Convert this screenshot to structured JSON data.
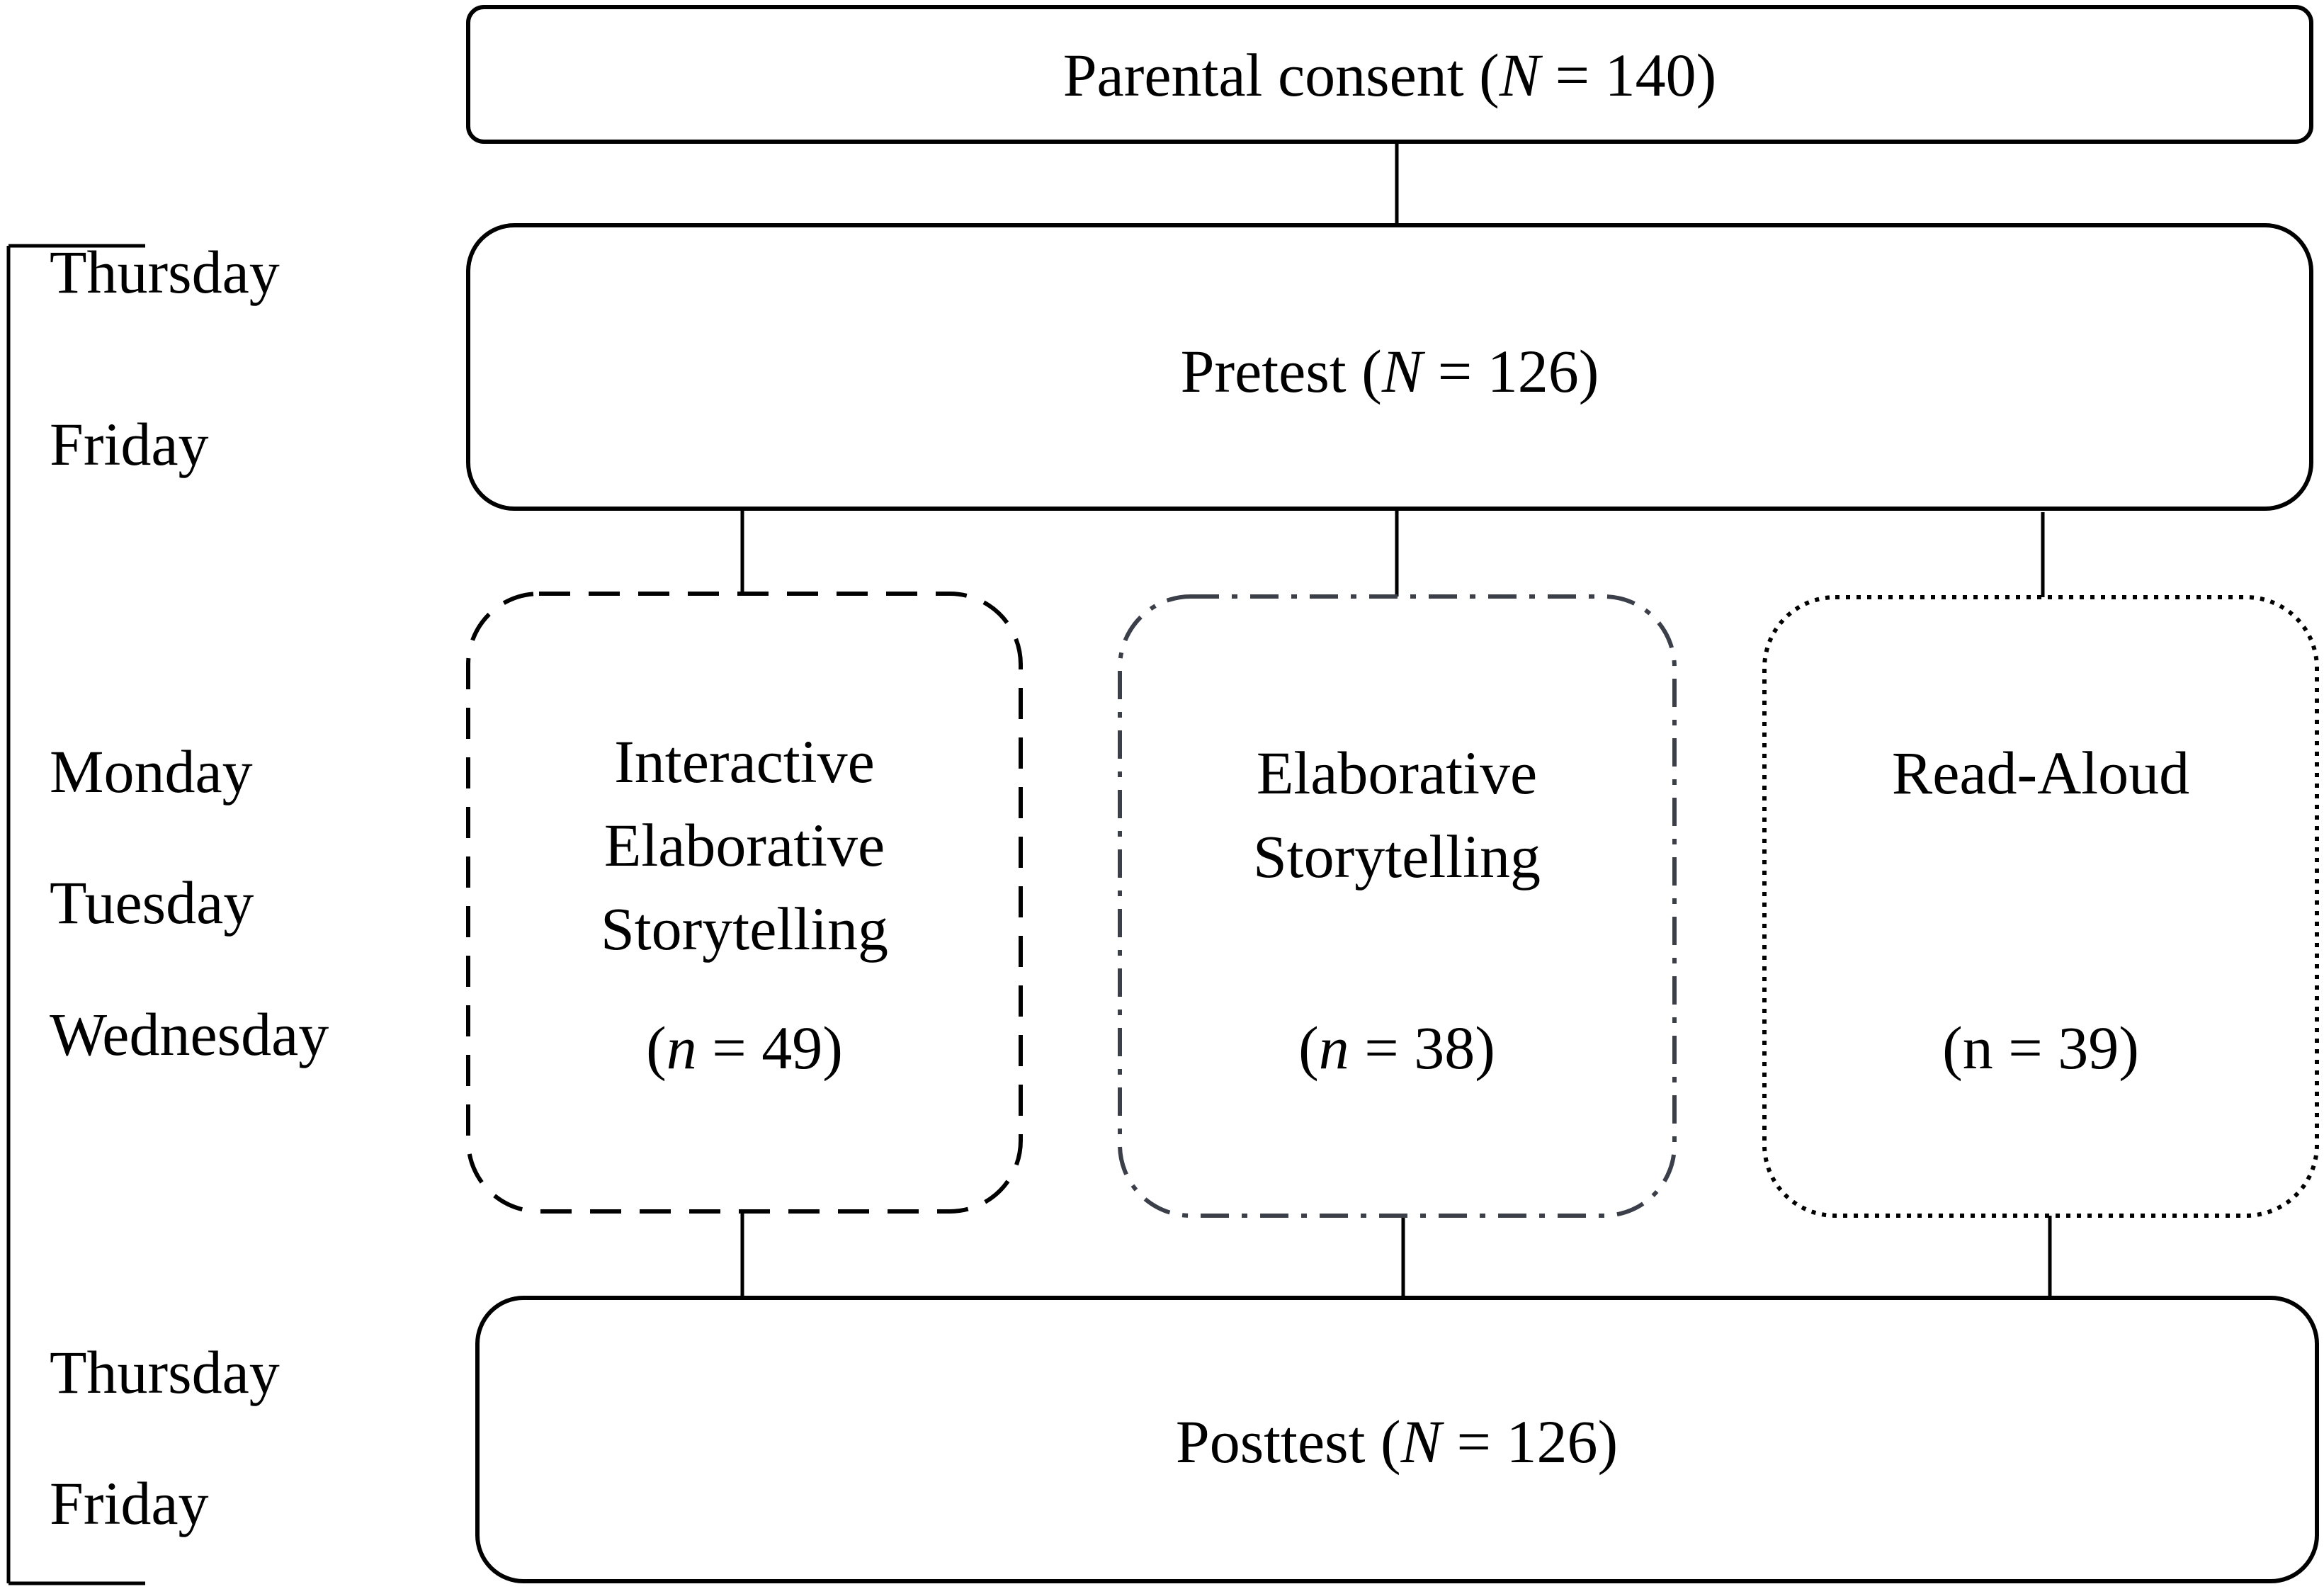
{
  "nodes": {
    "consent": {
      "label_pre": "Parental consent (",
      "label_var": "N",
      "label_post": " = 140)"
    },
    "pretest": {
      "label_pre": "Pretest (",
      "label_var": "N",
      "label_post": " = 126)"
    },
    "interactive": {
      "line1": "Interactive",
      "line2": "Elaborative",
      "line3": "Storytelling",
      "count_pre": "(",
      "count_var": "n",
      "count_post": " = 49)",
      "border_style": "dashed"
    },
    "elaborative": {
      "line1": "Elaborative",
      "line2": "Storytelling",
      "count_pre": "(",
      "count_var": "n",
      "count_post": " = 38)",
      "border_style": "dash-dot",
      "border_color": "#3a3f4a"
    },
    "readaloud": {
      "line1": "Read-Aloud",
      "count": "(n = 39)",
      "border_style": "dotted"
    },
    "posttest": {
      "label_pre": "Posttest (",
      "label_var": "N",
      "label_post": " = 126)"
    }
  },
  "timeline": {
    "pretest_days": [
      "Thursday",
      "Friday"
    ],
    "intervention_days": [
      "Monday",
      "Tuesday",
      "Wednesday"
    ],
    "posttest_days": [
      "Thursday",
      "Friday"
    ]
  }
}
